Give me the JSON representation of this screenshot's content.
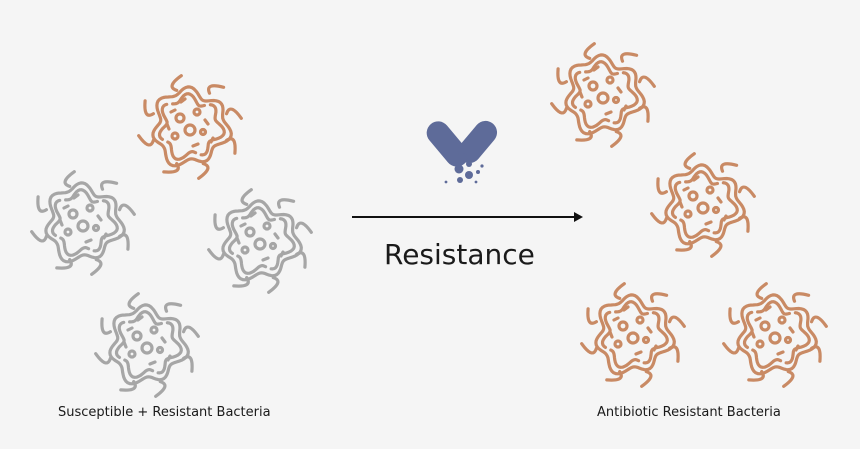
{
  "left_caption": "Susceptible + Resistant Bacteria",
  "right_caption": "Antibiotic Resistant Bacteria",
  "process_label": "Resistance",
  "colors": {
    "resistant": "#c98a64",
    "susceptible": "#a6a6a6",
    "pill": "#5e6b99",
    "arrow": "#111111",
    "background": "#f5f5f5"
  },
  "icons": {
    "bacterium": "bacterium-icon",
    "antibiotic": "capsule-pill-icon",
    "arrow": "right-arrow-icon"
  }
}
